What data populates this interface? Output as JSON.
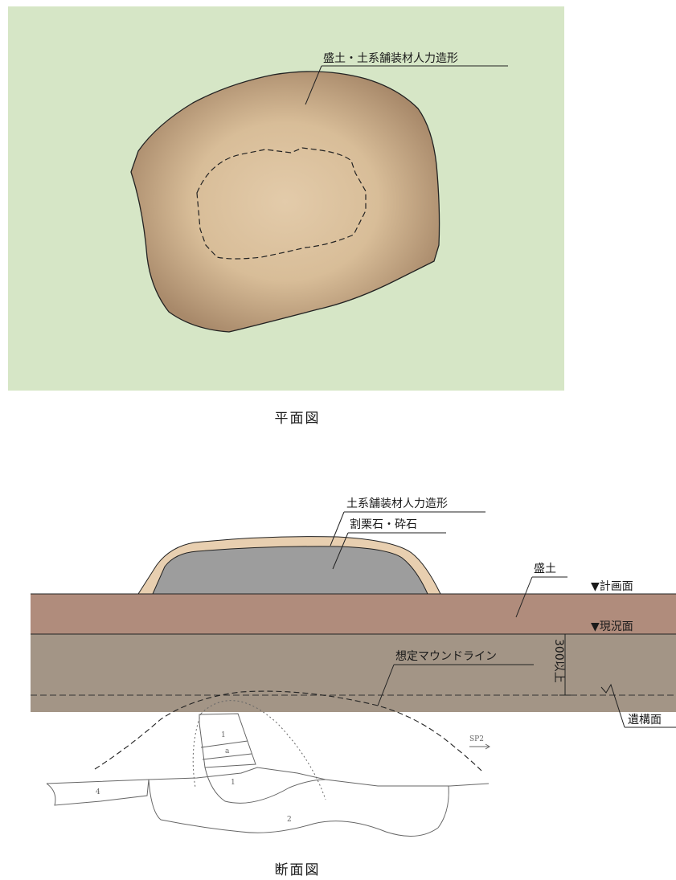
{
  "plan": {
    "label_mound": "盛土・土系舗装材人力造形",
    "caption": "平面図"
  },
  "section": {
    "label_surface": "土系舗装材人力造形",
    "label_core": "割栗石・砕石",
    "label_fill": "盛土",
    "level_plan": "▼計画面",
    "level_existing": "▼現況面",
    "label_mound_line": "想定マウンドライン",
    "dimension": "300以上",
    "label_remains": "遺構面",
    "sketch_labels": [
      "1",
      "a",
      "1",
      "2",
      "4"
    ],
    "sketch_sp": "SP2",
    "caption": "断面図"
  },
  "colors": {
    "lawn": "#d6e6c6",
    "mound_center": "#e3cbaa",
    "mound_edge": "#a8896a",
    "surface_layer": "#e8cfb0",
    "gravel_core": "#9d9d9d",
    "fill_layer": "#b08c7c",
    "existing_ground": "#a39586"
  }
}
